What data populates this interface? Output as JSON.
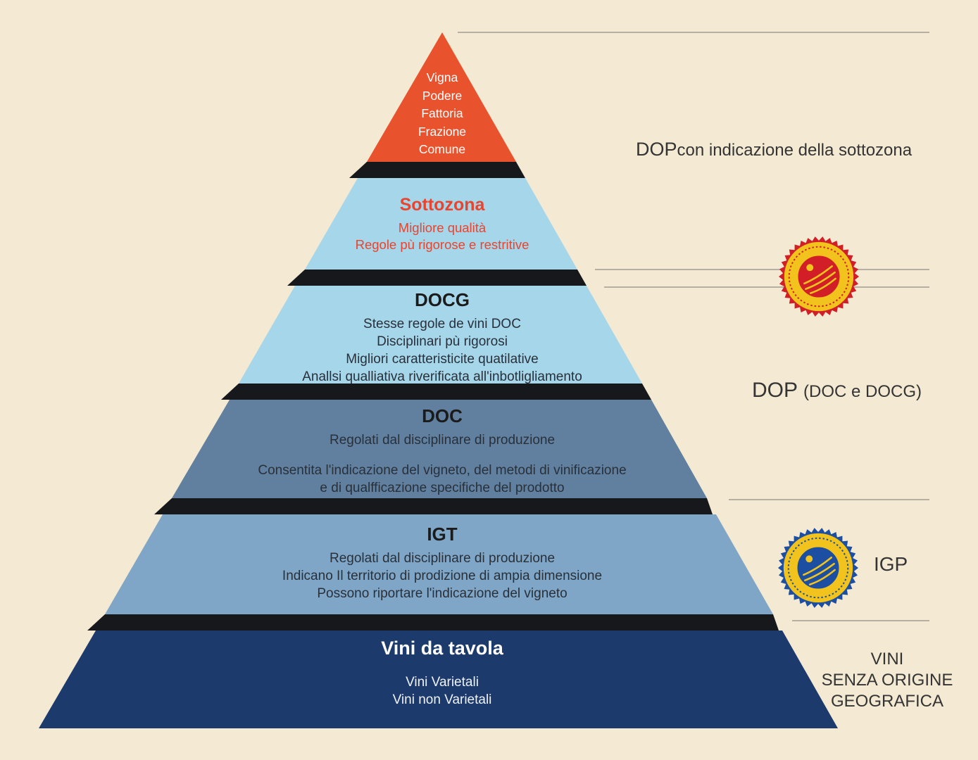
{
  "colors": {
    "background": "#f4e9d2",
    "top_orange": "#e8532e",
    "light_blue": "#a6d6ea",
    "doc_blue": "#61809f",
    "igt_blue": "#7fa6c6",
    "navy": "#1d3a6d",
    "shadow": "#16181c",
    "red_text": "#e8442e",
    "dark_text": "#1b1b1b",
    "body_text": "#28303a",
    "white_text": "#ffffff",
    "line": "#b6afa2",
    "annotation_text": "#343434",
    "seal_red": "#d21f27",
    "seal_yellow": "#f2c31c",
    "seal_blue": "#1c4fa1"
  },
  "pyramid": {
    "levels": [
      {
        "id": "top",
        "lines": [
          "Vigna",
          "Podere",
          "Fattoria",
          "Frazione",
          "Comune"
        ]
      },
      {
        "id": "sottozona",
        "title": "Sottozona",
        "lines": [
          "Migliore qualità",
          "Regole pù rigorose e restritive"
        ]
      },
      {
        "id": "docg",
        "title": "DOCG",
        "lines": [
          "Stesse regole de vini DOC",
          "Disciplinari pù rigorosi",
          "Migliori caratteristicite quatilative",
          "Anallsi qualliativa riverificata all'inbotligliamento"
        ]
      },
      {
        "id": "doc",
        "title": "DOC",
        "lines": [
          "Regolati dal disciplinare di produzione",
          "Consentita l'indicazione del vigneto, del metodi di vinificazione",
          "e di qualfficazione specifiche del prodotto"
        ]
      },
      {
        "id": "igt",
        "title": "IGT",
        "lines": [
          "Regolati dal disciplinare di produzione",
          "Indicano Il territorio di prodizione di ampia dimensione",
          "Possono riportare l'indicazione del vigneto"
        ]
      },
      {
        "id": "tavola",
        "title": "Vini da tavola",
        "lines": [
          "Vini Varietali",
          "Vini non Varietali"
        ]
      }
    ]
  },
  "annotations": {
    "sottozona_note": {
      "lead": "DOP",
      "text": "con indicazione della sottozona"
    },
    "dop_note": {
      "lead": "DOP",
      "text": "(DOC e DOCG)"
    },
    "igp_note": "IGP",
    "bottom_note_lines": [
      "VINI",
      "SENZA ORIGINE",
      "GEOGRAFICA"
    ]
  }
}
